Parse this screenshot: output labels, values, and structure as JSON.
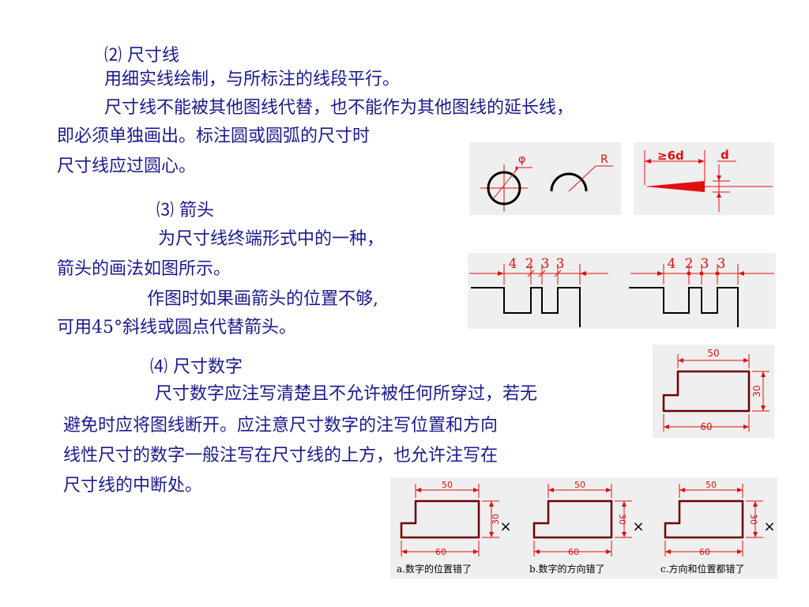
{
  "text": {
    "s2_title": "⑵ 尺寸线",
    "s2_line1": "用细实线绘制，与所标注的线段平行。",
    "s2_line2": "尺寸线不能被其他图线代替，也不能作为其他图线的延长线，",
    "s2_line3": "即必须单独画出。标注圆或圆弧的尺寸时",
    "s2_line4": "尺寸线应过圆心。",
    "s3_title": "⑶ 箭头",
    "s3_line1": "为尺寸线终端形式中的一种，",
    "s3_line2": "箭头的画法如图所示。",
    "s3_line3": "作图时如果画箭头的位置不够,",
    "s3_line4": "可用45°斜线或圆点代替箭头。",
    "s4_title": "⑷ 尺寸数字",
    "s4_line1": "尺寸数字应注写清楚且不允许被任何所穿过，若无",
    "s4_line2": "避免时应将图线断开。应注意尺寸数字的注写位置和方向",
    "s4_line3": "线性尺寸的数字一般注写在尺寸线的上方，也允许注写在",
    "s4_line4": "尺寸线的中断处。"
  },
  "figures": {
    "circle_symbol": "φ",
    "arc_symbol": "R",
    "arrow_length": "≥6d",
    "arrow_width": "d",
    "small_dims": [
      "4",
      "2",
      "3",
      "3"
    ],
    "step_width": "50",
    "step_total": "60",
    "step_height": "30",
    "wrong_mark": "×",
    "captions": [
      "a.数字的位置错了",
      "b.数字的方向错了",
      "c.方向和位置都错了"
    ]
  },
  "colors": {
    "text": "#1a1a8c",
    "dim": "#e01010",
    "outline": "#000000",
    "panel": "#efefef"
  }
}
